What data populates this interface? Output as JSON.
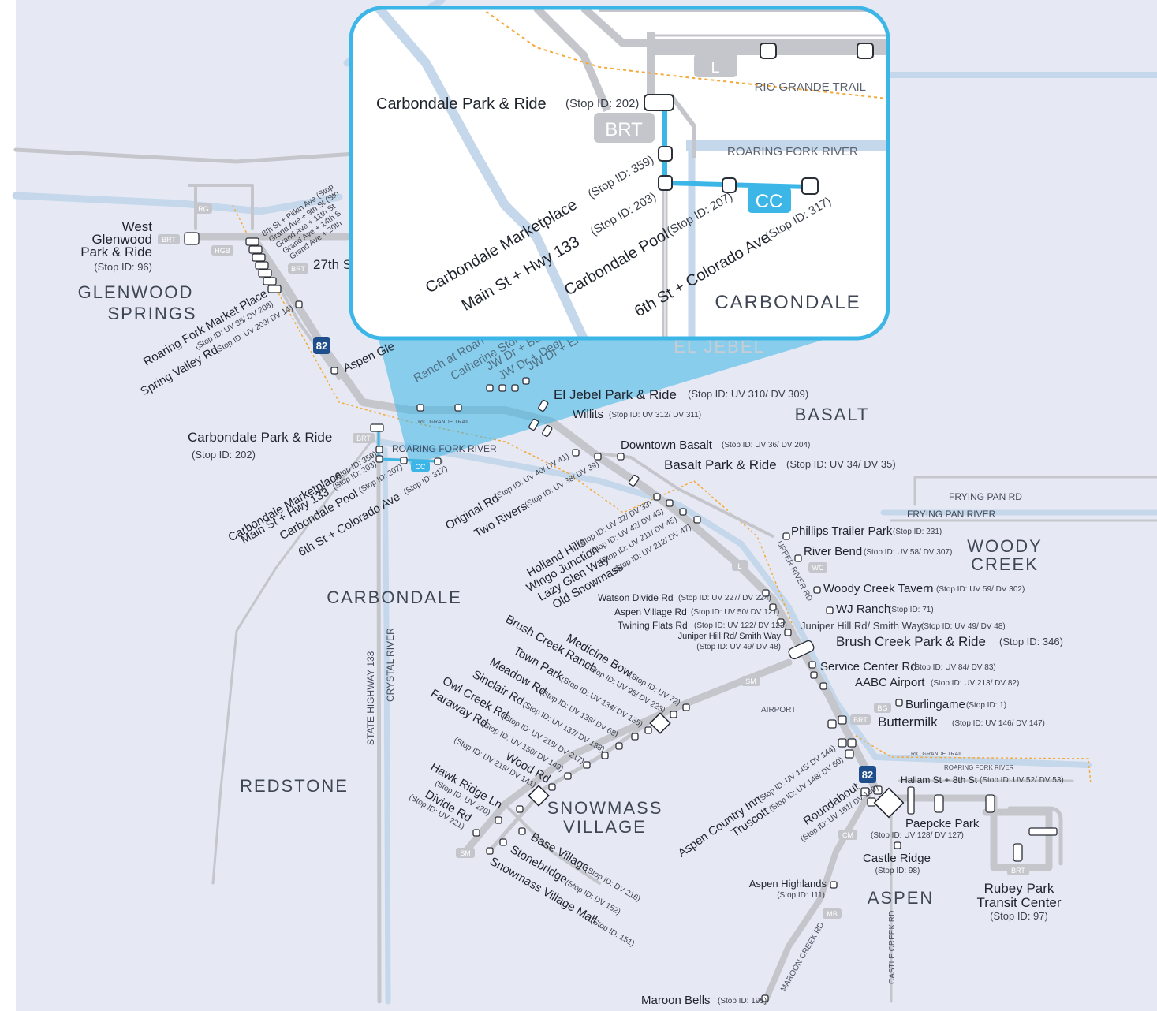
{
  "towns": {
    "glenwood_1": "GLENWOOD",
    "glenwood_2": "SPRINGS",
    "carbondale": "CARBONDALE",
    "el_jebel": "EL JEBEL",
    "basalt": "BASALT",
    "woody_1": "WOODY",
    "woody_2": "CREEK",
    "redstone": "REDSTONE",
    "snowmass_1": "SNOWMASS",
    "snowmass_2": "VILLAGE",
    "aspen": "ASPEN"
  },
  "geo": {
    "roaring_fork_river": "ROARING FORK RIVER",
    "frying_pan_rd": "FRYING PAN RD",
    "frying_pan_river": "FRYING PAN RIVER",
    "state_highway_133": "STATE HIGHWAY 133",
    "crystal_river": "CRYSTAL RIVER",
    "upper_river_rd": "UPPER RIVER RD",
    "airport": "AIRPORT",
    "rio_grande_trail": "RIO GRANDE TRAIL",
    "roaring_fork_river_small": "ROARING FORK RIVER",
    "castle_creek_rd": "CASTLE CREEK RD",
    "maroon_creek_rd": "MAROON CREEK RD",
    "rio_grande_trail_small": "RIO GRANDE TRAIL"
  },
  "badges": {
    "brt": "BRT",
    "rg": "RG",
    "hgb": "HGB",
    "l": "L",
    "cc": "CC",
    "wc": "WC",
    "sm": "SM",
    "bg": "BG",
    "cm": "CM",
    "mb": "MB",
    "highway_82": "82"
  },
  "stops": {
    "west_glenwood_1": "West",
    "west_glenwood_2": "Glenwood",
    "west_glenwood_3": "Park & Ride",
    "west_glenwood_id": "(Stop ID: 96)",
    "eighth_pitkin": "8th St + Pitkin Ave (Stop",
    "grand_9th": "Grand Ave + 9th St (Sto",
    "grand_11th": "Grand Ave + 11th St",
    "grand_14th": "Grand Ave + 14th S",
    "grand_20th": "Grand Ave + 20th",
    "twenty_seventh": "27th S",
    "rf_market": "Roaring Fork Market Place",
    "rf_market_id": "(Stop ID: UV 85/ DV 208)",
    "spring_valley": "Spring Valley Rd",
    "spring_valley_id": "(Stop ID: UV 209/ DV 14)",
    "aspen_glen": "Aspen Gle",
    "ranch_roaring": "Ranch at Roari",
    "catherine_store": "Catherine Stor",
    "jw_bucks": "JW Dr + Bucks",
    "jw_deer": "JW Dr + Deer H",
    "jw_el_jebel": "JW Dr + El Jebel",
    "el_jebel_pr": "El Jebel Park & Ride",
    "el_jebel_pr_id": "(Stop ID: UV 310/ DV 309)",
    "willits": "Willits",
    "willits_id": "(Stop ID: UV 312/ DV 311)",
    "carbondale_pr": "Carbondale Park & Ride",
    "carbondale_pr_id": "(Stop ID: 202)",
    "carbondale_mkt": "Carbondale Marketplace",
    "carbondale_mkt_id": "(Stop ID: 359)",
    "main_hwy133": "Main St + Hwy 133",
    "main_hwy133_id": "(Stop ID: 203)",
    "carbondale_pool": "Carbondale Pool",
    "carbondale_pool_id": "(Stop ID: 207)",
    "sixth_colorado": "6th St + Colorado Ave",
    "sixth_colorado_id": "(Stop ID: 317)",
    "downtown_basalt": "Downtown Basalt",
    "downtown_basalt_id": "(Stop ID: UV 36/ DV 204)",
    "basalt_pr": "Basalt Park & Ride",
    "basalt_pr_id": "(Stop ID: UV 34/ DV 35)",
    "original_rd": "Original Rd",
    "original_rd_id": "(Stop ID: UV 40/ DV 41)",
    "two_rivers": "Two Rivers",
    "two_rivers_id": "(Stop ID: UV 38/ DV 39)",
    "holland_hills": "Holland Hills",
    "holland_hills_id": "(Stop ID: UV 32/ DV 33)",
    "wingo_junction": "Wingo Junction",
    "wingo_junction_id": "(Stop ID: UV 42/ DV 43)",
    "lazy_glen": "Lazy Glen Way",
    "lazy_glen_id": "(Stop ID: UV 211/ DV 45)",
    "old_snowmass": "Old Snowmass",
    "old_snowmass_id": "(Stop ID: UV 212/ DV 47)",
    "phillips_trailer": "Phillips Trailer Park",
    "phillips_trailer_id": "(Stop ID: 231)",
    "river_bend": "River Bend",
    "river_bend_id": "(Stop ID: UV 58/ DV 307)",
    "woody_creek_tavern": "Woody Creek Tavern",
    "woody_creek_tavern_id": "(Stop ID: UV 59/ DV 302)",
    "wj_ranch": "WJ Ranch",
    "wj_ranch_id": "(Stop ID: 71)",
    "juniper_hill_r": "Juniper Hill Rd/ Smith Way",
    "juniper_hill_r_id": "(Stop ID: UV 49/ DV 48)",
    "brush_creek_pr": "Brush Creek Park & Ride",
    "brush_creek_pr_id": "(Stop ID: 346)",
    "watson_divide": "Watson Divide Rd",
    "watson_divide_id": "(Stop ID: UV 227/ DV 224)",
    "aspen_village": "Aspen Village Rd",
    "aspen_village_id": "(Stop ID: UV 50/ DV 121)",
    "twining_flats": "Twining Flats Rd",
    "twining_flats_id": "(Stop ID: UV 122/ DV 123)",
    "juniper_hill_l": "Juniper Hill Rd/ Smith Way",
    "juniper_hill_l_id": "(Stop ID: UV 49/ DV 48)",
    "service_center": "Service Center Rd",
    "service_center_id": "(Stop ID: UV 84/ DV 83)",
    "aabc_airport": "AABC Airport",
    "aabc_airport_id": "(Stop ID: UV 213/ DV 82)",
    "burlingame": "Burlingame",
    "burlingame_id": "(Stop ID: 1)",
    "buttermilk": "Buttermilk",
    "buttermilk_id": "(Stop ID: UV 146/ DV 147)",
    "brush_creek_ranch": "Brush Creek Ranch",
    "brush_creek_ranch_id": "(Stop ID: UV 95/ DV 223)",
    "medicine_bow": "Medicine Bow",
    "medicine_bow_id": "(Stop ID: UV 72)",
    "town_park": "Town Park",
    "town_park_id": "(Stop ID: UV 134/ DV 135)",
    "meadow_rd": "Meadow Rd",
    "meadow_rd_id": "(Stop ID: UV 139/ DV 68)",
    "sinclair_rd": "Sinclair Rd",
    "sinclair_rd_id": "(Stop ID: UV 137/ DV 138)",
    "owl_creek": "Owl Creek Rd",
    "owl_creek_id": "(Stop ID: UV 218/ DV 217)",
    "faraway_rd": "Faraway Rd",
    "faraway_rd_id": "(Stop ID: UV 150/ DV 149)",
    "wood_rd": "Wood Rd",
    "wood_rd_id": "(Stop ID: UV 219/ DV 141)",
    "hawk_ridge": "Hawk Ridge Ln",
    "hawk_ridge_id": "(Stop ID: UV 220)",
    "divide_rd": "Divide Rd",
    "divide_rd_id": "(Stop ID: UV 221)",
    "base_village": "Base Village",
    "base_village_id": "(Stop ID: DV 216)",
    "stonebridge": "Stonebridge",
    "stonebridge_id": "(Stop ID: DV 152)",
    "snowmass_mall": "Snowmass Village Mall",
    "snowmass_mall_id": "(Stop ID: 151)",
    "aspen_country_inn": "Aspen Country Inn",
    "aspen_country_inn_id": "(Stop ID: UV 145/ DV 144)",
    "truscott": "Truscott",
    "truscott_id": "(Stop ID: UV 148/ DV 60)",
    "roundabout": "Roundabout",
    "roundabout_id": "(Stop ID: UV 161/ DV 160)",
    "hallam_8th": "Hallam St + 8th St",
    "hallam_8th_id": "(Stop ID: UV 52/ DV 53)",
    "paepcke_park": "Paepcke Park",
    "paepcke_park_id": "(Stop ID: UV 128/ DV 127)",
    "castle_ridge": "Castle Ridge",
    "castle_ridge_id": "(Stop ID: 98)",
    "aspen_highlands": "Aspen Highlands",
    "aspen_highlands_id": "(Stop ID: 111)",
    "rubey_1": "Rubey Park",
    "rubey_2": "Transit Center",
    "rubey_id": "(Stop ID: 97)",
    "maroon_bells": "Maroon Bells",
    "maroon_bells_id": "(Stop ID: 195)"
  },
  "inset": {
    "carbondale_pr": "Carbondale Park & Ride",
    "carbondale_pr_id": "(Stop ID: 202)",
    "carbondale_mkt": "Carbondale Marketplace",
    "carbondale_mkt_id": "(Stop ID: 359)",
    "main_hwy133": "Main St + Hwy 133",
    "main_hwy133_id": "(Stop ID: 203)",
    "carbondale_pool": "Carbondale Pool",
    "carbondale_pool_id": "(Stop ID: 207)",
    "sixth_colorado": "6th St + Colorado Ave",
    "sixth_colorado_id": "(Stop ID: 317)",
    "rio_grande_trail": "RIO GRANDE TRAIL",
    "roaring_fork_river": "ROARING FORK RIVER",
    "brt": "BRT",
    "cc": "CC",
    "l": "L",
    "carbondale": "CARBONDALE"
  },
  "colors": {
    "background": "#e6e9f4",
    "route_gray": "#c4c6cc",
    "river_blue": "#c5d7ea",
    "accent_blue": "#3cb6e7",
    "shield_navy": "#1f4e8c",
    "trail_orange": "#f5a93a"
  }
}
